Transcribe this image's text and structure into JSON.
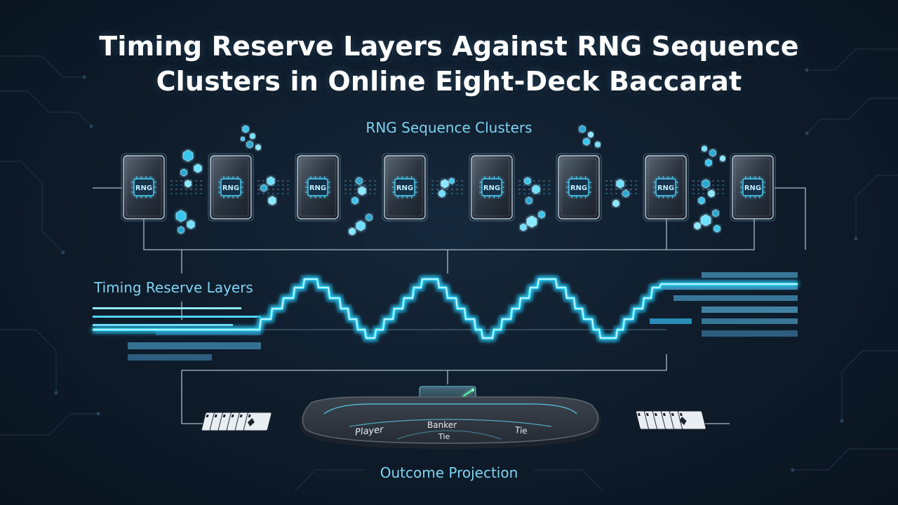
{
  "title": {
    "line1": "Timing Reserve Layers Against RNG Sequence",
    "line2": "Clusters in Online Eight-Deck Baccarat"
  },
  "sections": {
    "rng_clusters": "RNG Sequence Clusters",
    "timing_layers": "Timing Reserve Layers",
    "outcome": "Outcome Projection"
  },
  "rng_card_label": "RNG",
  "rng_card_count": 8,
  "table": {
    "player": "Player",
    "banker": "Banker",
    "tie_center": "Tie",
    "tie_right": "Tie"
  },
  "colors": {
    "background": "#0f1d2c",
    "accent": "#33d6ff",
    "label": "#7fd3f2",
    "title": "#ffffff"
  },
  "icons": {
    "rng_card": "chip-card-icon",
    "crystal": "hexagon-crystal-icon",
    "card_fan": "playing-card-fan-icon",
    "trend": "trend-chart-icon"
  }
}
